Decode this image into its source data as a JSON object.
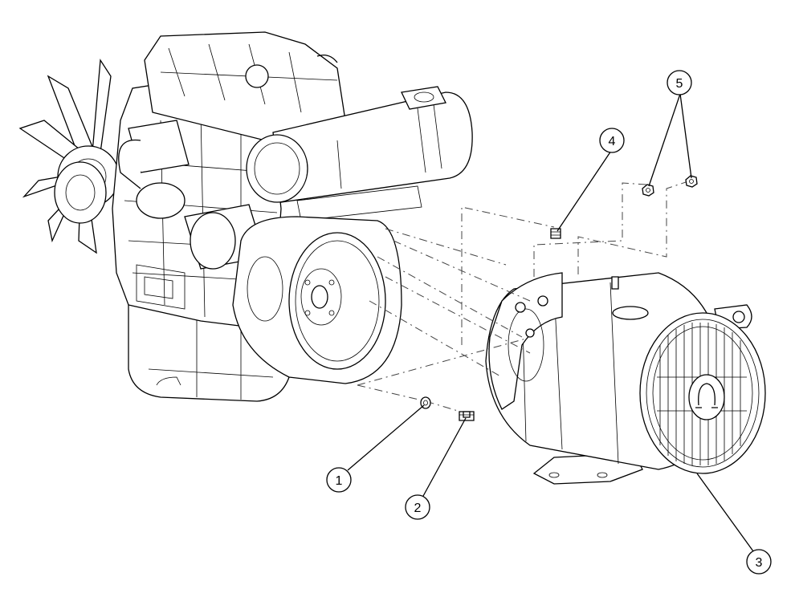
{
  "diagram": {
    "callouts": [
      {
        "id": "1",
        "label": "1"
      },
      {
        "id": "2",
        "label": "2"
      },
      {
        "id": "3",
        "label": "3"
      },
      {
        "id": "4",
        "label": "4"
      },
      {
        "id": "5",
        "label": "5"
      }
    ],
    "parts": [
      {
        "callout": "1",
        "icon": "washer-icon"
      },
      {
        "callout": "2",
        "icon": "bolt-icon"
      },
      {
        "callout": "3",
        "icon": "generator-end-icon"
      },
      {
        "callout": "4",
        "icon": "screw-icon"
      },
      {
        "callout": "5",
        "icon": "nut-icon"
      }
    ],
    "colors": {
      "line": "#000000",
      "background": "#ffffff",
      "centerline": "#444444"
    }
  }
}
